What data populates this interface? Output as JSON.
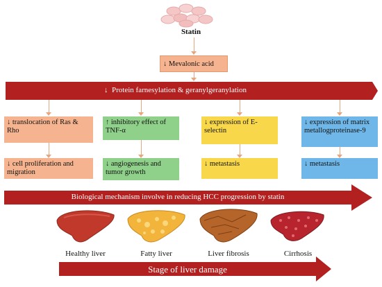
{
  "top": {
    "drug_label": "Statin",
    "step1": "Mevalonic acid"
  },
  "band": {
    "label": "Protein farnesylation  & geranylgeranylation"
  },
  "pathways": [
    {
      "top": "translocation of Ras & Rho",
      "top_dir": "down",
      "bottom": "cell proliferation and migration",
      "bottom_dir": "down",
      "color": "#f5b48f"
    },
    {
      "top": "inhibitory  effect of TNF-α",
      "top_dir": "up",
      "bottom": "angiogenesis and tumor growth",
      "bottom_dir": "down",
      "color": "#8fd08a"
    },
    {
      "top": "expression of E-selectin",
      "top_dir": "down",
      "bottom": "metastasis",
      "bottom_dir": "down",
      "color": "#f8d84a"
    },
    {
      "top": "expression of matrix metallogproteinase-9",
      "top_dir": "down",
      "bottom": "metastasis",
      "bottom_dir": "down",
      "color": "#6fb7e8"
    }
  ],
  "mechanism": {
    "label": "Biological mechanism involve in reducing HCC progression by statin"
  },
  "livers": [
    {
      "label": "Healthy liver",
      "color": "#c0392b"
    },
    {
      "label": "Fatty liver",
      "color": "#f2b43a"
    },
    {
      "label": "Liver fibrosis",
      "color": "#b5652a"
    },
    {
      "label": "Cirrhosis",
      "color": "#b8242e"
    }
  ],
  "stage": {
    "label": "Stage of liver damage"
  },
  "icons": {
    "down": "↓",
    "up": "↑"
  }
}
